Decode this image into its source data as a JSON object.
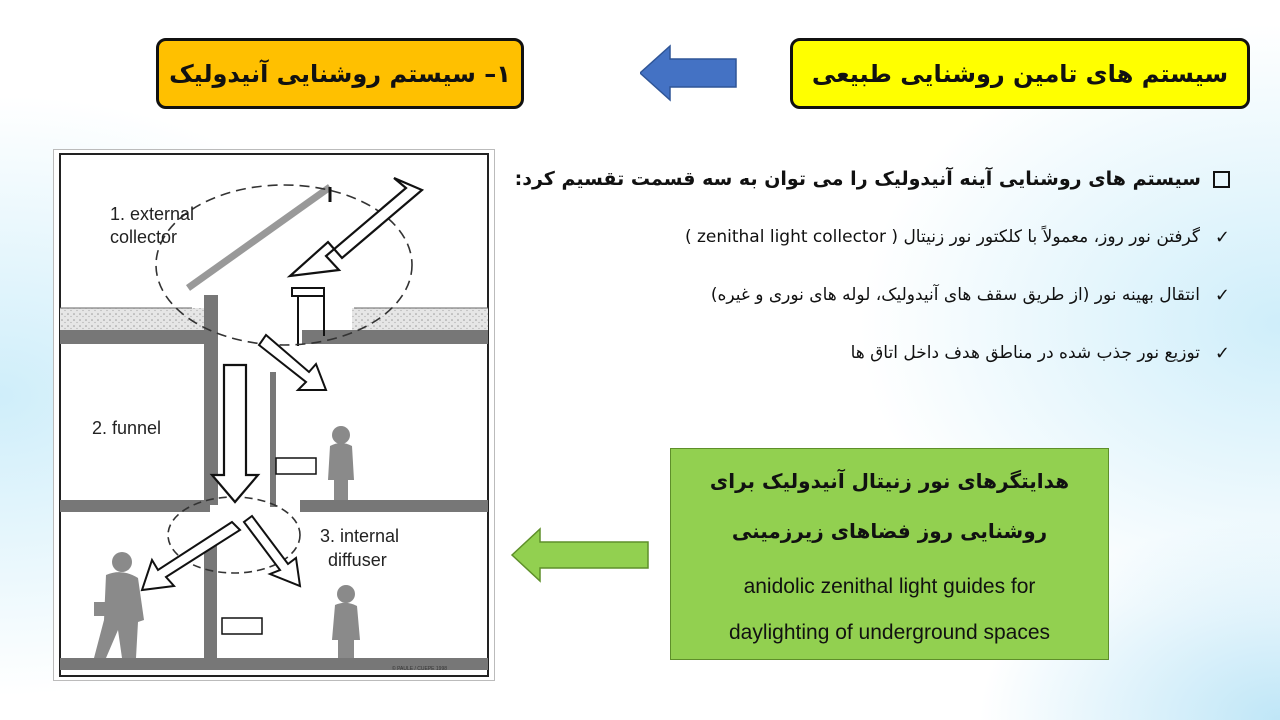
{
  "header": {
    "left_title": "۱– سیستم روشنایی آنیدولیک",
    "right_title": "سیستم های تامین روشنایی طبیعی",
    "arrow_color": "#4472c4"
  },
  "bullets": {
    "heading": "سیستم های روشنایی آینه آنیدولیک را می توان به سه قسمت تقسیم کرد:",
    "items": [
      "گرفتن نور روز، معمولاً با کلکتور نور زنیتال ( zenithal light collector )",
      "انتقال بهینه نور (از طریق سقف های آنیدولیک، لوله های نوری و غیره)",
      "توزیع نور جذب شده در مناطق هدف داخل اتاق ها"
    ]
  },
  "figure": {
    "label_collector_1": "1. external",
    "label_collector_2": "collector",
    "label_funnel": "2. funnel",
    "label_diffuser_1": "3. internal",
    "label_diffuser_2": "diffuser",
    "credit": "© PAULE / CUEPE 1998"
  },
  "green_box": {
    "fa_line1": "هدایتگرهای نور زنیتال آنیدولیک برای",
    "fa_line2": "روشنایی روز فضاهای زیرزمینی",
    "en_line1": "anidolic zenithal light guides for",
    "en_line2": "daylighting of underground spaces",
    "background": "#92d050",
    "arrow_color": "#92d050"
  }
}
